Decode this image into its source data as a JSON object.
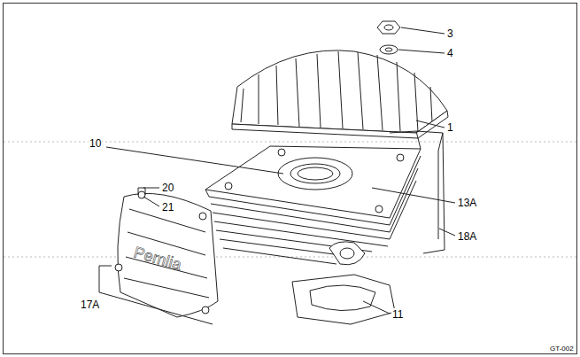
{
  "diagram": {
    "labels": [
      "3",
      "4",
      "1",
      "10",
      "13A",
      "20",
      "21",
      "18A",
      "17A",
      "11",
      "GT-002"
    ]
  }
}
